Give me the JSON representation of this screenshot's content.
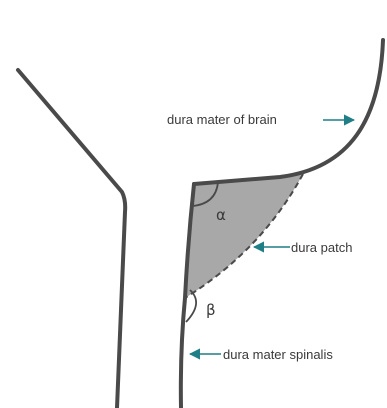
{
  "labels": {
    "dura_mater_of_brain": "dura mater of brain",
    "dura_patch": "dura patch",
    "dura_mater_spinalis": "dura mater spinalis"
  },
  "angles": {
    "alpha": "α",
    "beta": "β"
  },
  "colors": {
    "outline": "#4a4a4a",
    "patch_fill": "#a8a8a8",
    "arrow": "#1e7f86",
    "text": "#3a3a3a"
  }
}
